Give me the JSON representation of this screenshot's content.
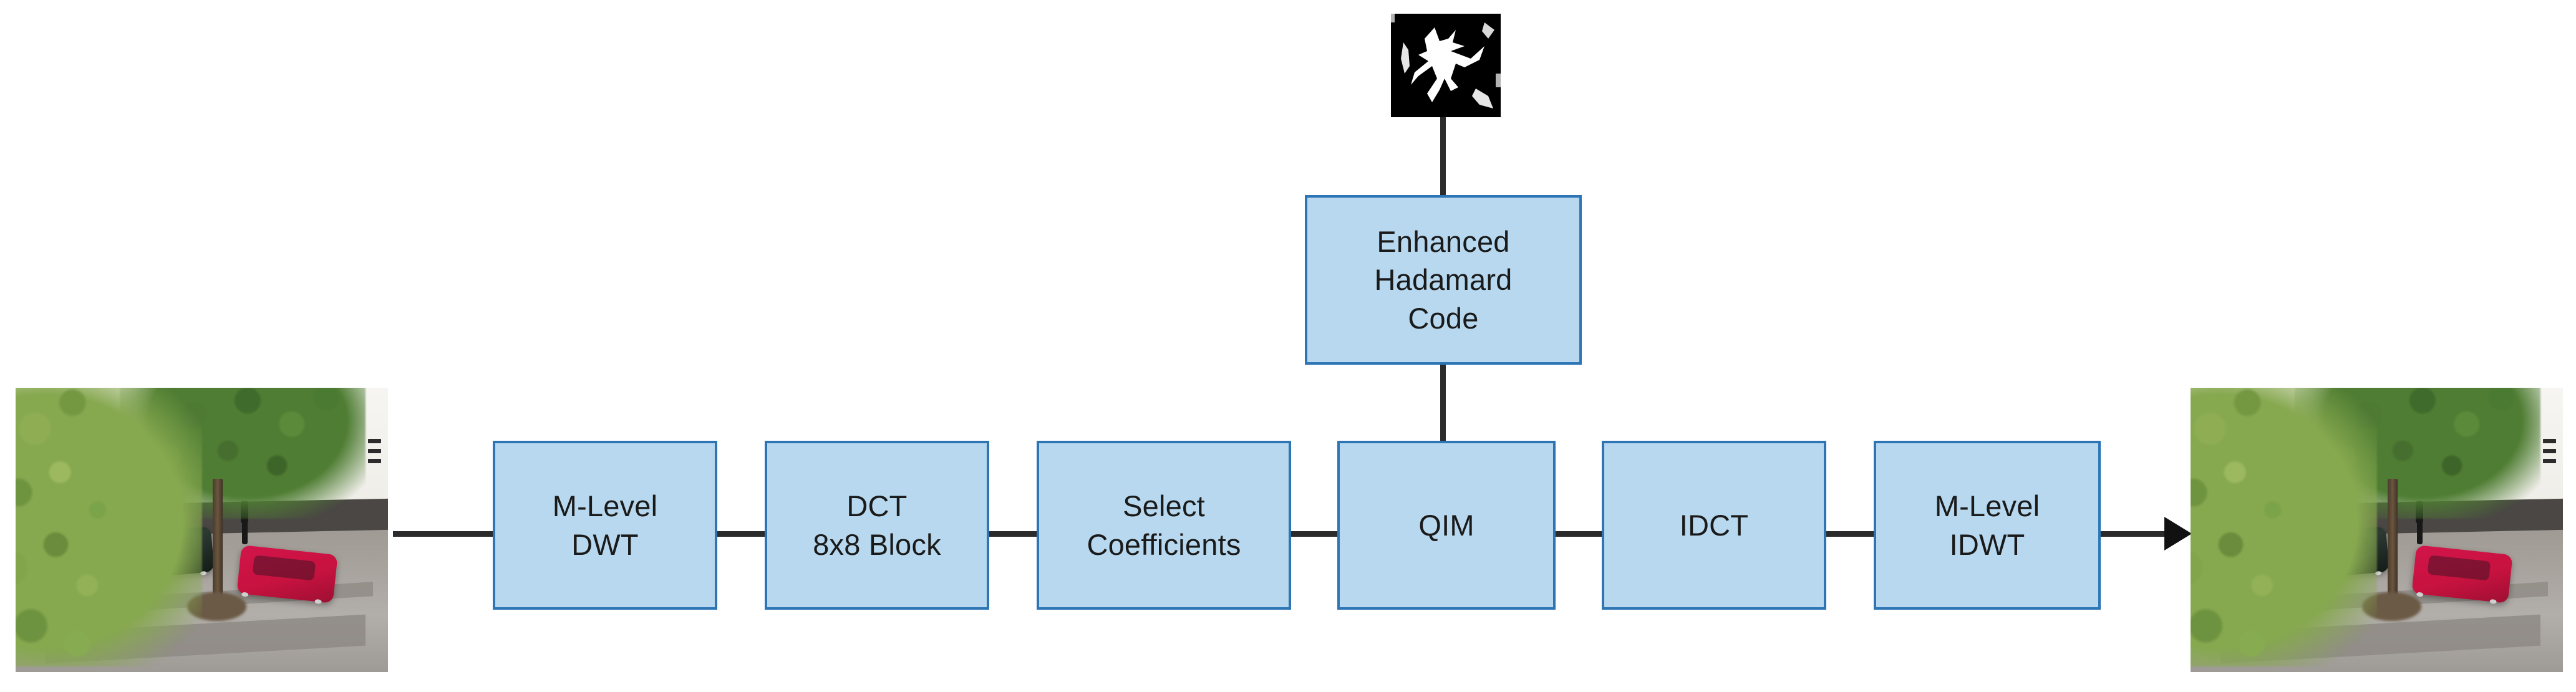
{
  "diagram": {
    "title": "Watermark embedding block diagram",
    "accent_block_fill": "#b7d8ee",
    "accent_block_border": "#2e75b6",
    "line_color": "#2b2b2b",
    "background": "#ffffff"
  },
  "nodes": {
    "input_image": {
      "name": "cover-image",
      "caption": ""
    },
    "output_image": {
      "name": "watermarked-image",
      "caption": ""
    },
    "watermark_image": {
      "name": "binary-watermark",
      "caption": ""
    },
    "hadamard": {
      "label": "Enhanced\nHadamard\nCode"
    }
  },
  "pipeline": [
    {
      "id": "dwt",
      "label": "M-Level\nDWT"
    },
    {
      "id": "dct",
      "label": "DCT\n8x8 Block"
    },
    {
      "id": "select",
      "label": "Select\nCoefficients"
    },
    {
      "id": "qim",
      "label": "QIM"
    },
    {
      "id": "idct",
      "label": "IDCT"
    },
    {
      "id": "idwt",
      "label": "M-Level\nIDWT"
    }
  ],
  "connections": [
    {
      "from": "input_image",
      "to": "dwt"
    },
    {
      "from": "dwt",
      "to": "dct"
    },
    {
      "from": "dct",
      "to": "select"
    },
    {
      "from": "select",
      "to": "qim"
    },
    {
      "from": "watermark_image",
      "to": "hadamard"
    },
    {
      "from": "hadamard",
      "to": "qim"
    },
    {
      "from": "qim",
      "to": "idct"
    },
    {
      "from": "idct",
      "to": "idwt"
    },
    {
      "from": "idwt",
      "to": "output_image"
    }
  ]
}
